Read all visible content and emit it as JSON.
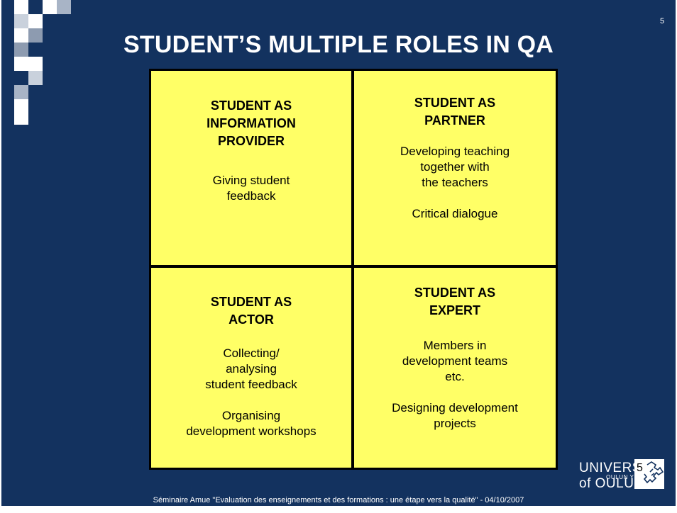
{
  "slide": {
    "title": "STUDENT’S MULTIPLE ROLES IN QA",
    "corner_number": "5",
    "footer": "Séminaire Amue \"Evaluation des enseignements et des formations : une étape vers la qualité\" - 04/10/2007",
    "page_number": "5",
    "colors": {
      "background": "#13325f",
      "cell": "#ffff66",
      "border": "#000000"
    }
  },
  "logo": {
    "main": "UNIVERSITY of OULU",
    "sub": "OULUN YLIOPISTO"
  },
  "quadrants": [
    {
      "heading": [
        "STUDENT AS",
        "INFORMATION",
        "PROVIDER"
      ],
      "body": [
        "Giving student",
        "feedback"
      ]
    },
    {
      "heading": [
        "STUDENT AS",
        "PARTNER"
      ],
      "body": [
        "Developing teaching",
        "together with",
        "the teachers"
      ],
      "body2": [
        "Critical dialogue"
      ]
    },
    {
      "heading": [
        "STUDENT AS",
        "ACTOR"
      ],
      "body": [
        "Collecting/",
        "analysing",
        "student feedback"
      ],
      "body2": [
        "Organising",
        "development workshops"
      ]
    },
    {
      "heading": [
        "STUDENT AS",
        "EXPERT"
      ],
      "body": [
        "Members in",
        "development teams",
        "etc."
      ],
      "body2": [
        "Designing development",
        "projects"
      ]
    }
  ]
}
